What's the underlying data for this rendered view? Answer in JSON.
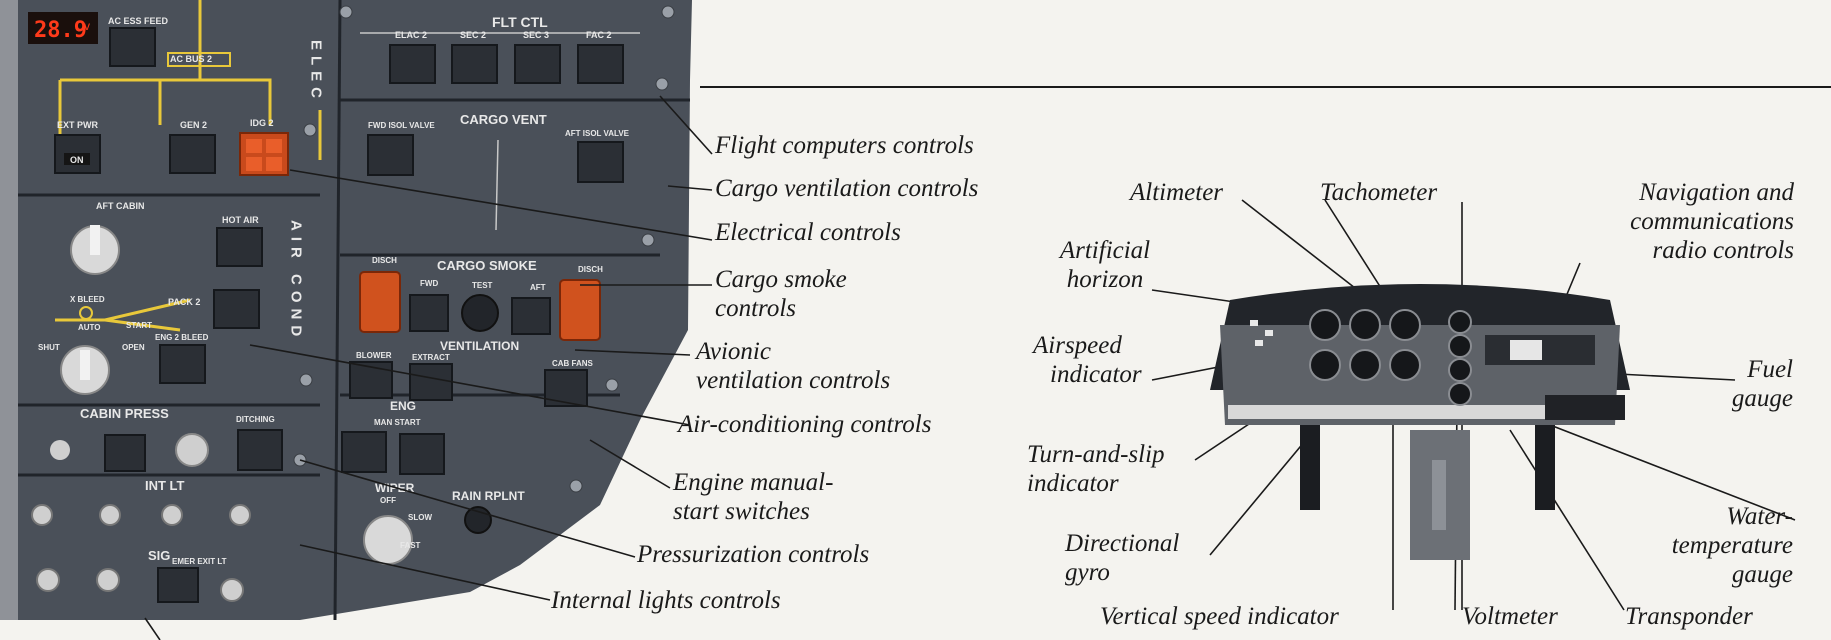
{
  "overhead_panel": {
    "display_value": "28.9",
    "display_unit": "v",
    "elec_title": "ELEC",
    "flt_ctl_title": "FLT CTL",
    "cargo_vent_title": "CARGO VENT",
    "cargo_smoke_title": "CARGO SMOKE",
    "ventilation_title": "VENTILATION",
    "eng_title": "ENG",
    "cabin_press_title": "CABIN PRESS",
    "int_lt_title": "INT LT",
    "air_cond_title": "AIR COND",
    "wiper_title": "WIPER",
    "rain_rplnt_title": "RAIN RPLNT",
    "sig_title": "SIG",
    "labels": {
      "ac_ess_feed": "AC ESS FEED",
      "ac_bus_2": "AC BUS 2",
      "ext_pwr": "EXT PWR",
      "on": "ON",
      "gen_2": "GEN 2",
      "idg_2": "IDG 2",
      "elac_2": "ELAC 2",
      "sec_2": "SEC 2",
      "sec_3": "SEC 3",
      "fac_2": "FAC 2",
      "fwd_isol_valve": "FWD ISOL VALVE",
      "aft_isol_valve": "AFT ISOL VALVE",
      "aft_cabin": "AFT CABIN",
      "hot_air": "HOT AIR",
      "pack_2": "PACK 2",
      "x_bleed": "X BLEED",
      "auto": "AUTO",
      "start": "START",
      "shut": "SHUT",
      "open": "OPEN",
      "eng_2_bleed": "ENG 2 BLEED",
      "disch": "DISCH",
      "fwd": "FWD",
      "test": "TEST",
      "aft": "AFT",
      "blower": "BLOWER",
      "extract": "EXTRACT",
      "cab_fans": "CAB FANS",
      "man_start": "MAN START",
      "ditching": "DITCHING",
      "emer_exit_lt": "EMER EXIT LT",
      "off": "OFF",
      "slow": "SLOW",
      "fast": "FAST"
    }
  },
  "left_callouts": {
    "flight_computers": "Flight computers controls",
    "cargo_ventilation": "Cargo ventilation controls",
    "electrical": "Electrical controls",
    "cargo_smoke_1": "Cargo smoke",
    "cargo_smoke_2": "controls",
    "avionic_1": "Avionic",
    "avionic_2": "ventilation controls",
    "air_conditioning": "Air-conditioning controls",
    "engine_manual_1": "Engine manual-",
    "engine_manual_2": "start switches",
    "pressurization": "Pressurization controls",
    "internal_lights": "Internal lights controls"
  },
  "right_callouts": {
    "altimeter": "Altimeter",
    "tachometer": "Tachometer",
    "nav_comm_1": "Navigation and",
    "nav_comm_2": "communications",
    "nav_comm_3": "radio controls",
    "artificial_1": "Artificial",
    "artificial_2": "horizon",
    "airspeed_1": "Airspeed",
    "airspeed_2": "indicator",
    "fuel_1": "Fuel",
    "fuel_2": "gauge",
    "turn_slip_1": "Turn-and-slip",
    "turn_slip_2": "indicator",
    "water_temp_1": "Water-",
    "water_temp_2": "temperature",
    "water_temp_3": "gauge",
    "directional_1": "Directional",
    "directional_2": "gyro",
    "vertical_speed": "Vertical speed indicator",
    "voltmeter": "Voltmeter",
    "transponder": "Transponder"
  },
  "colors": {
    "panel": "#4a4f57",
    "panel_dark": "#2c3036",
    "yellow_line": "#e8c83a",
    "orange_guard": "#d0521e",
    "red_led": "#ff3a1a"
  }
}
